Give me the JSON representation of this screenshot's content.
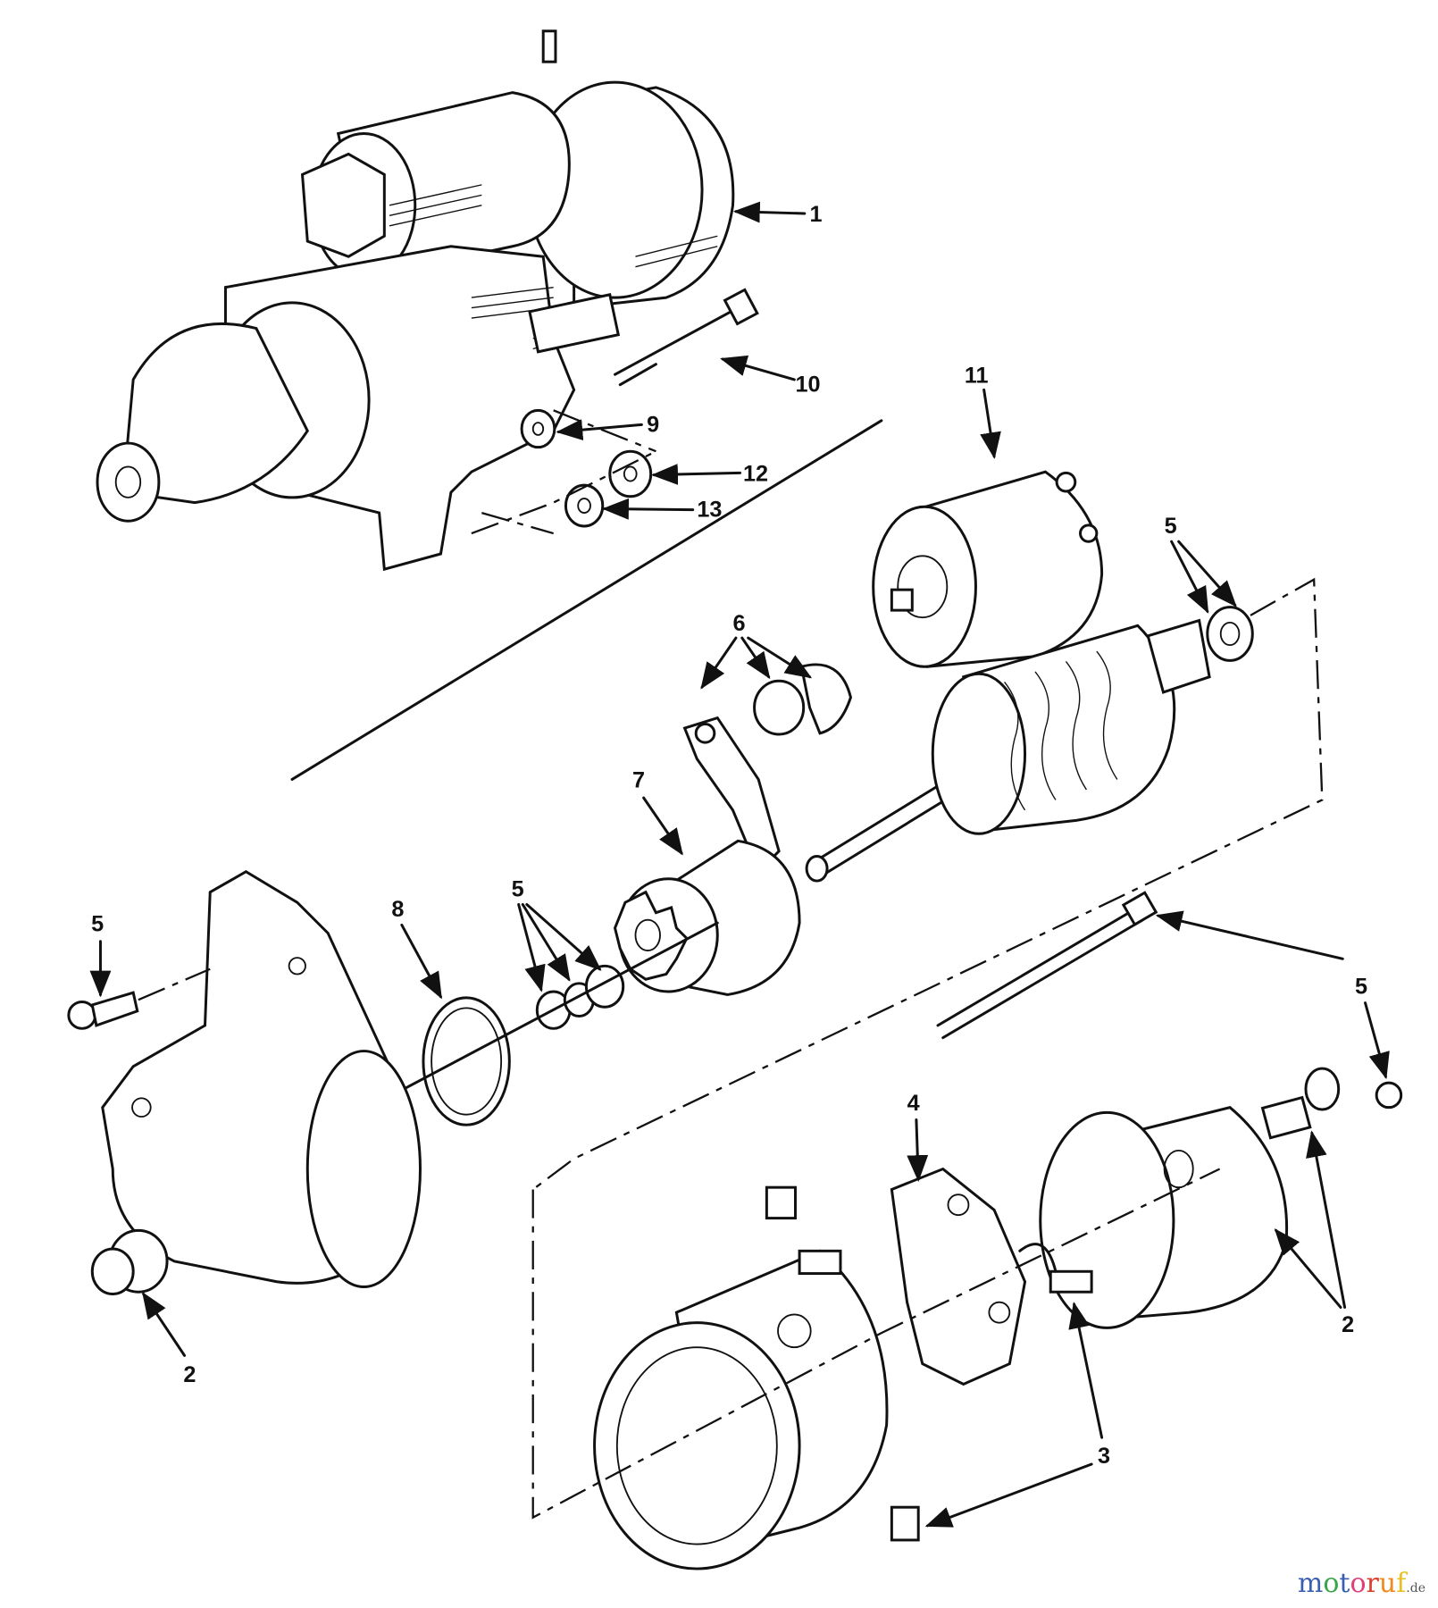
{
  "diagram": {
    "title": "Starter motor exploded view",
    "callouts": [
      {
        "id": "c1",
        "text": "1"
      },
      {
        "id": "c10",
        "text": "10"
      },
      {
        "id": "c9",
        "text": "9"
      },
      {
        "id": "c12",
        "text": "12"
      },
      {
        "id": "c13",
        "text": "13"
      },
      {
        "id": "c11",
        "text": "11"
      },
      {
        "id": "c5a",
        "text": "5"
      },
      {
        "id": "c6",
        "text": "6"
      },
      {
        "id": "c7",
        "text": "7"
      },
      {
        "id": "c5b",
        "text": "5"
      },
      {
        "id": "c8",
        "text": "8"
      },
      {
        "id": "c5c",
        "text": "5"
      },
      {
        "id": "c5d",
        "text": "5"
      },
      {
        "id": "c4",
        "text": "4"
      },
      {
        "id": "c2a",
        "text": "2"
      },
      {
        "id": "c2b",
        "text": "2"
      },
      {
        "id": "c3",
        "text": "3"
      }
    ]
  },
  "watermark": {
    "brand": "motoruf",
    "tld": ".de"
  }
}
